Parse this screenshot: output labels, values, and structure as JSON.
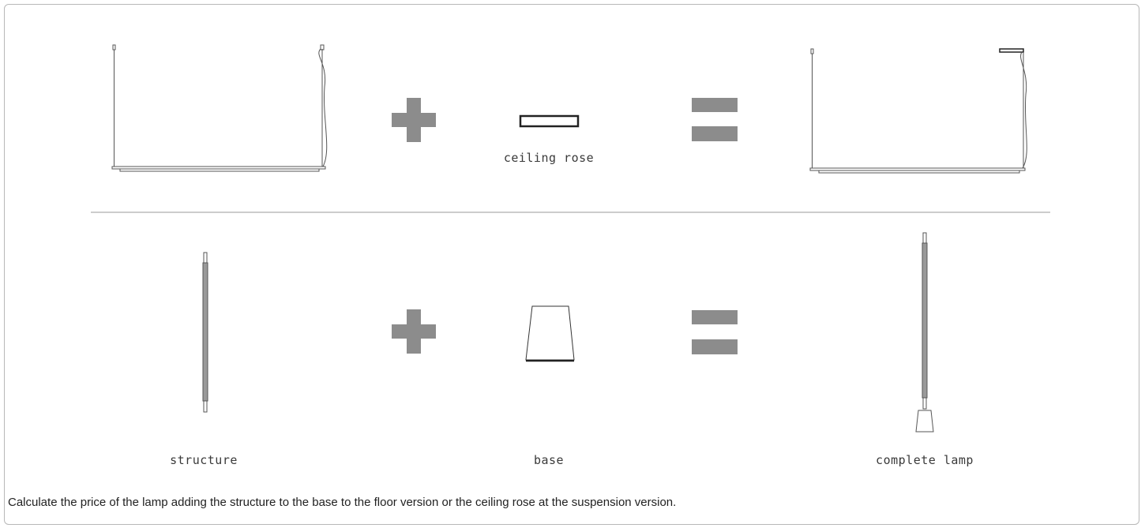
{
  "labels": {
    "ceiling_rose": "ceiling rose",
    "structure": "structure",
    "base": "base",
    "complete_lamp": "complete lamp"
  },
  "caption": "Calculate the price of the lamp adding the structure to the base to the floor version or the ceiling rose at the suspension version.",
  "colors": {
    "operator": "#8c8c8c",
    "line": "#555555",
    "divider": "#9a9a9a",
    "border": "#b8b8b8"
  },
  "icons": {
    "plus": "plus-icon",
    "equals": "equals-icon"
  }
}
